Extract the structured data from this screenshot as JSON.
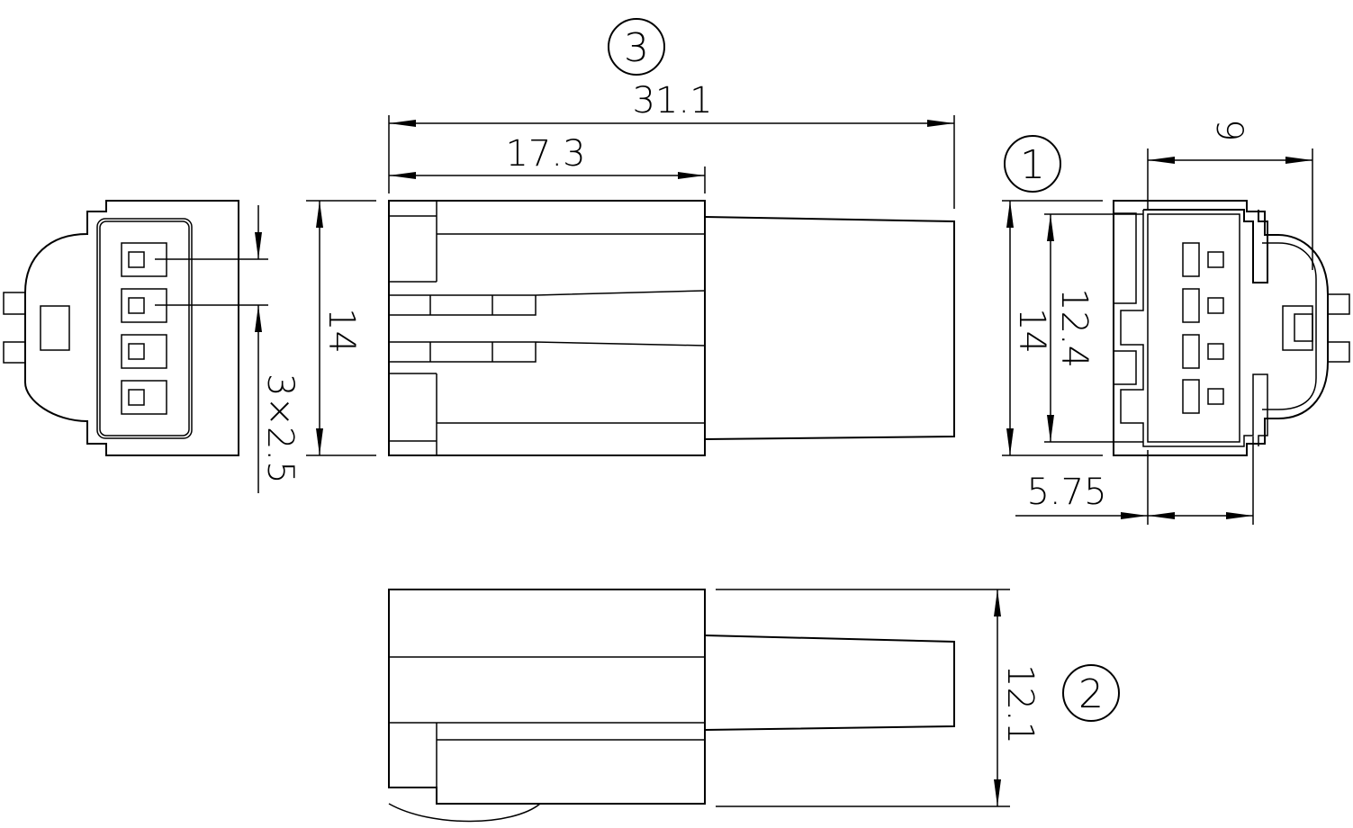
{
  "views": {
    "view1": {
      "callout": "1",
      "dims": {
        "width": "9",
        "height": "14",
        "inner_height": "12.4",
        "offset": "5.75"
      }
    },
    "view2": {
      "callout": "2",
      "dims": {
        "height": "12.1"
      }
    },
    "view3": {
      "callout": "3",
      "dims": {
        "length": "31.1",
        "front_length": "17.3",
        "height": "14"
      }
    },
    "end_view": {
      "dims": {
        "pitch": "3×2.5"
      }
    }
  },
  "colors": {
    "line": "#000000",
    "background": "#ffffff"
  }
}
